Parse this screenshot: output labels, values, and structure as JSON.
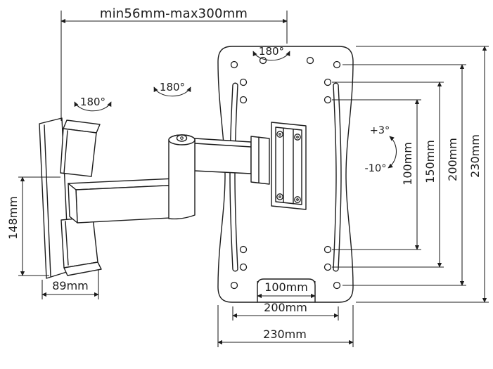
{
  "diagram": {
    "colors": {
      "line": "#1c1c1c",
      "background": "#ffffff"
    },
    "top": {
      "extension_range": "min56mm-max300mm"
    },
    "rotation": {
      "wall_joint": "180°",
      "mid_joint": "180°",
      "plate_joint": "180°"
    },
    "tilt": {
      "up": "+3°",
      "down": "-10°"
    },
    "left": {
      "bracket_height": "148mm",
      "bracket_depth": "89mm"
    },
    "bottom_widths": {
      "vesa_100": "100mm",
      "vesa_200": "200mm",
      "plate_230": "230mm"
    },
    "right_heights": {
      "vesa_100": "100mm",
      "vesa_150": "150mm",
      "vesa_200": "200mm",
      "plate_230": "230mm"
    }
  }
}
